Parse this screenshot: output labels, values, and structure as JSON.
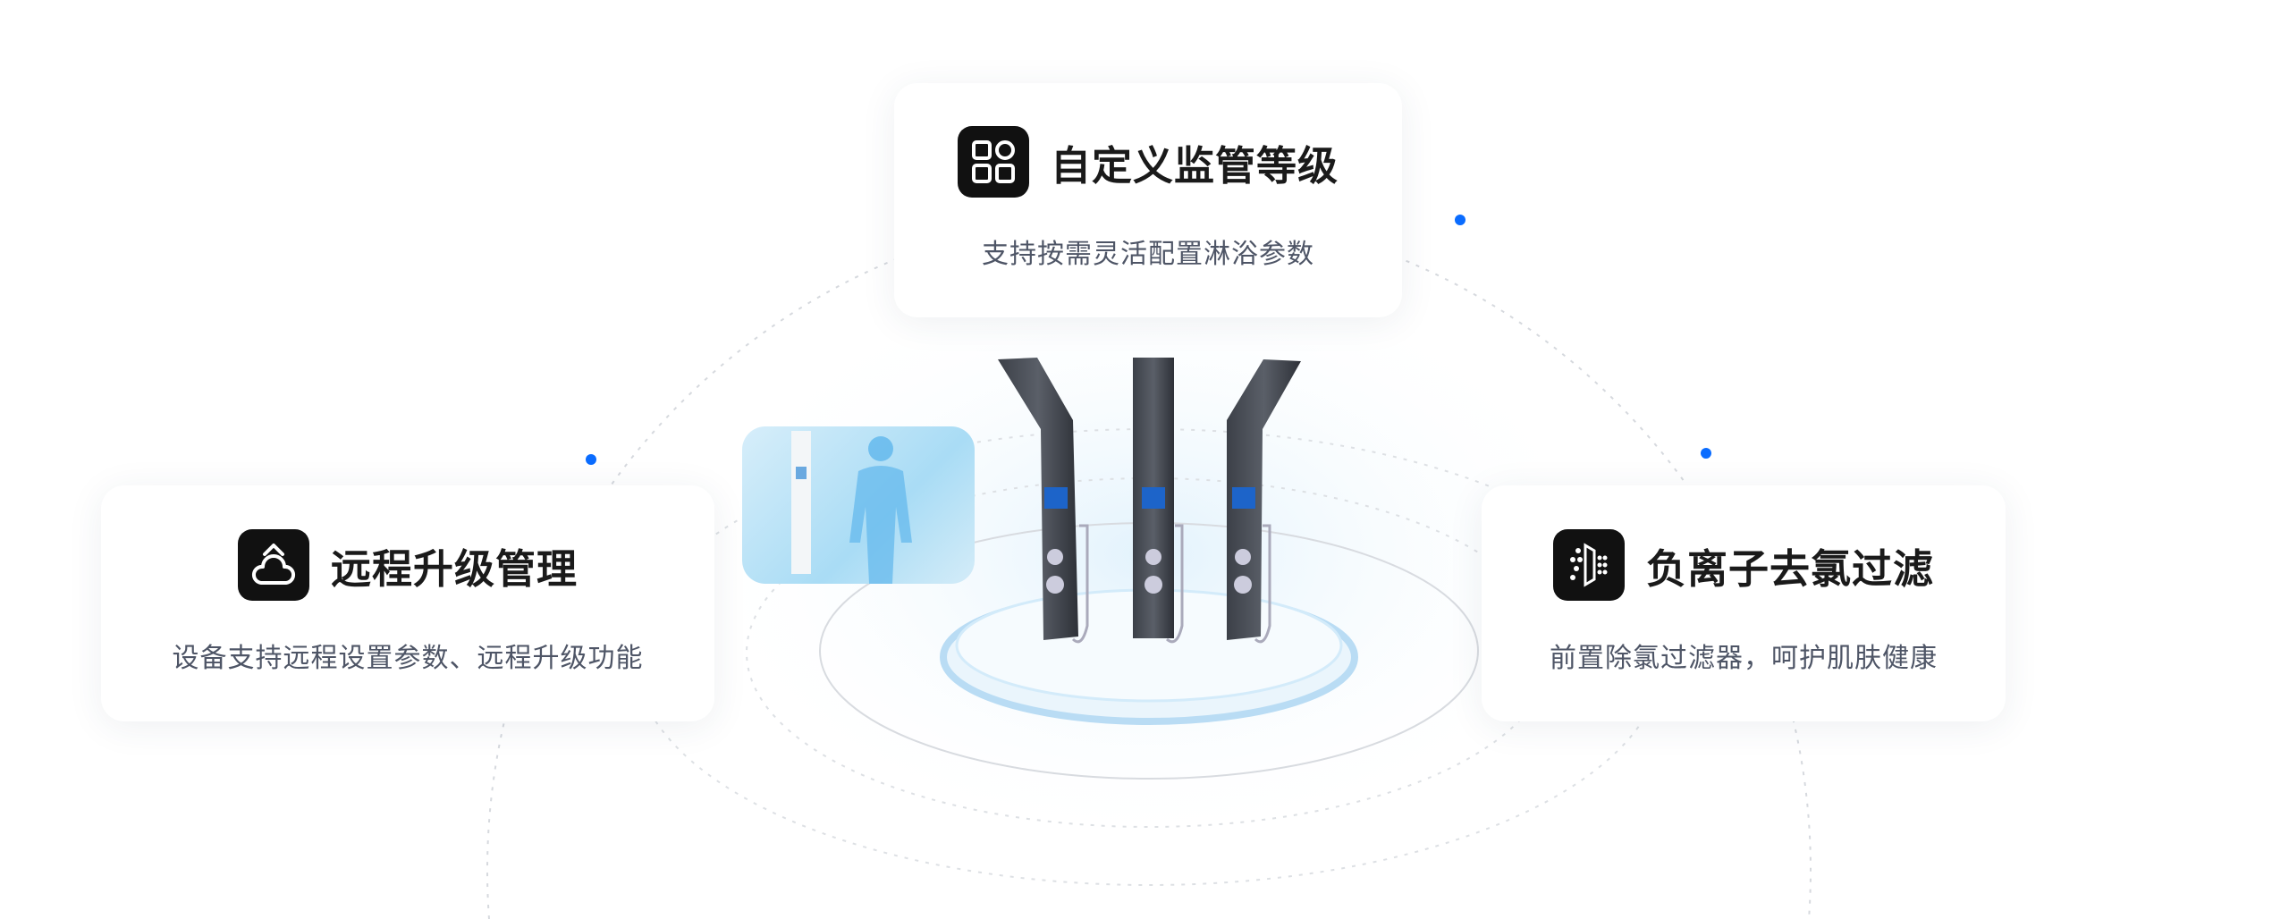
{
  "features": [
    {
      "title": "自定义监管等级",
      "description": "支持按需灵活配置淋浴参数",
      "icon": "grid-apps-icon"
    },
    {
      "title": "远程升级管理",
      "description": "设备支持远程设置参数、远程升级功能",
      "icon": "cloud-upload-icon"
    },
    {
      "title": "负离子去氯过滤",
      "description": "前置除氯过滤器，呵护肌肤健康",
      "icon": "filter-icon"
    }
  ],
  "colors": {
    "accent": "#0a6cff",
    "title": "#1a1a1a",
    "description": "#4e5566"
  }
}
